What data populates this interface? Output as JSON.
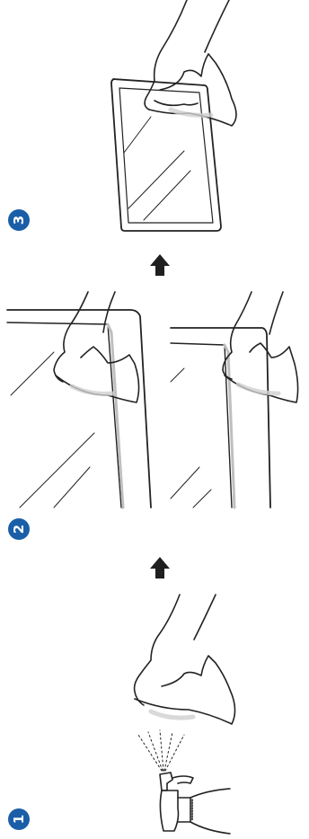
{
  "steps": [
    {
      "number": "3",
      "description_icon": "hand-wiping-screen-icon"
    },
    {
      "number": "2",
      "description_icon": "hand-wiping-screen-edges-icon"
    },
    {
      "number": "1",
      "description_icon": "spray-cloth-icon"
    }
  ],
  "arrows": [
    "arrow-up-icon",
    "arrow-up-icon"
  ],
  "colors": {
    "badge": "#1a5ea8",
    "arrow": "#1f1f1f",
    "line": "#222222",
    "shade": "#d9d9d9"
  }
}
